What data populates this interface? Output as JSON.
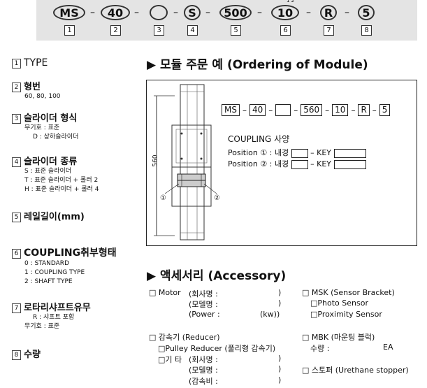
{
  "code": {
    "segments": [
      "MS",
      "40",
      "",
      "S",
      "500",
      "10",
      "R",
      "5"
    ],
    "numbers": [
      "1",
      "2",
      "3",
      "4",
      "5",
      "6",
      "7",
      "8"
    ],
    "separator": "–",
    "small_mark": "1   2"
  },
  "specs": [
    {
      "num": "1",
      "title": "TYPE",
      "lines": []
    },
    {
      "num": "2",
      "title": "형번",
      "lines": [
        "60, 80, 100"
      ]
    },
    {
      "num": "3",
      "title": "슬라이더 형식",
      "lines": [
        "무기호 : 표준",
        "D    : 상하슬라이더"
      ]
    },
    {
      "num": "4",
      "title": "슬라이더 종류",
      "lines": [
        "S : 표준 슬라이더",
        "T : 표준 슬라이더 + 롤러 2",
        "H : 표준 슬라이더 + 롤러 4"
      ]
    },
    {
      "num": "5",
      "title": "레일길이(mm)",
      "lines": []
    },
    {
      "num": "6",
      "title": "COUPLING취부형태",
      "lines": [
        "0 : STANDARD",
        "1 : COUPLING TYPE",
        "2 : SHAFT TYPE"
      ]
    },
    {
      "num": "7",
      "title": "로타리샤프트유무",
      "lines": [
        "R   : 샤프트 포함",
        "무기호 : 표준"
      ]
    },
    {
      "num": "8",
      "title": "수량",
      "lines": []
    }
  ],
  "ordering": {
    "heading": "▶ 모듈 주문 예 (Ordering of Module)",
    "example": [
      "MS",
      "40",
      "",
      "560",
      "10",
      "R",
      "5"
    ],
    "dimension": "560",
    "callout1": "①",
    "callout2": "②",
    "coupling_title": "COUPLING 사양",
    "pos1_label": "Position ① : 내경",
    "pos2_label": "Position ② : 내경",
    "key_label": "– KEY"
  },
  "accessory": {
    "heading": "▶ 액세서리 (Accessory)",
    "motor": {
      "label": "□ Motor",
      "rows": [
        "(회사명 :",
        "(모델명 :",
        "(Power :"
      ],
      "close": ")",
      "unit": "(kw))"
    },
    "reducer": {
      "label": "□ 감속기 (Reducer)",
      "pulley": "□Pulley Reducer (풀리형 감속기)",
      "other": "□기  타",
      "rows": [
        "(회사명 :",
        "(모델명 :",
        "(감속비 :"
      ],
      "close": ")"
    },
    "msk": {
      "label": "□ MSK (Sensor Bracket)",
      "photo": "□Photo Sensor",
      "prox": "□Proximity Sensor"
    },
    "mbk": {
      "label": "□ MBK (마운팅 블럭)",
      "qty": "수량 :",
      "unit": "EA"
    },
    "stopper": {
      "label": "□ 스토퍼 (Urethane stopper)"
    }
  }
}
